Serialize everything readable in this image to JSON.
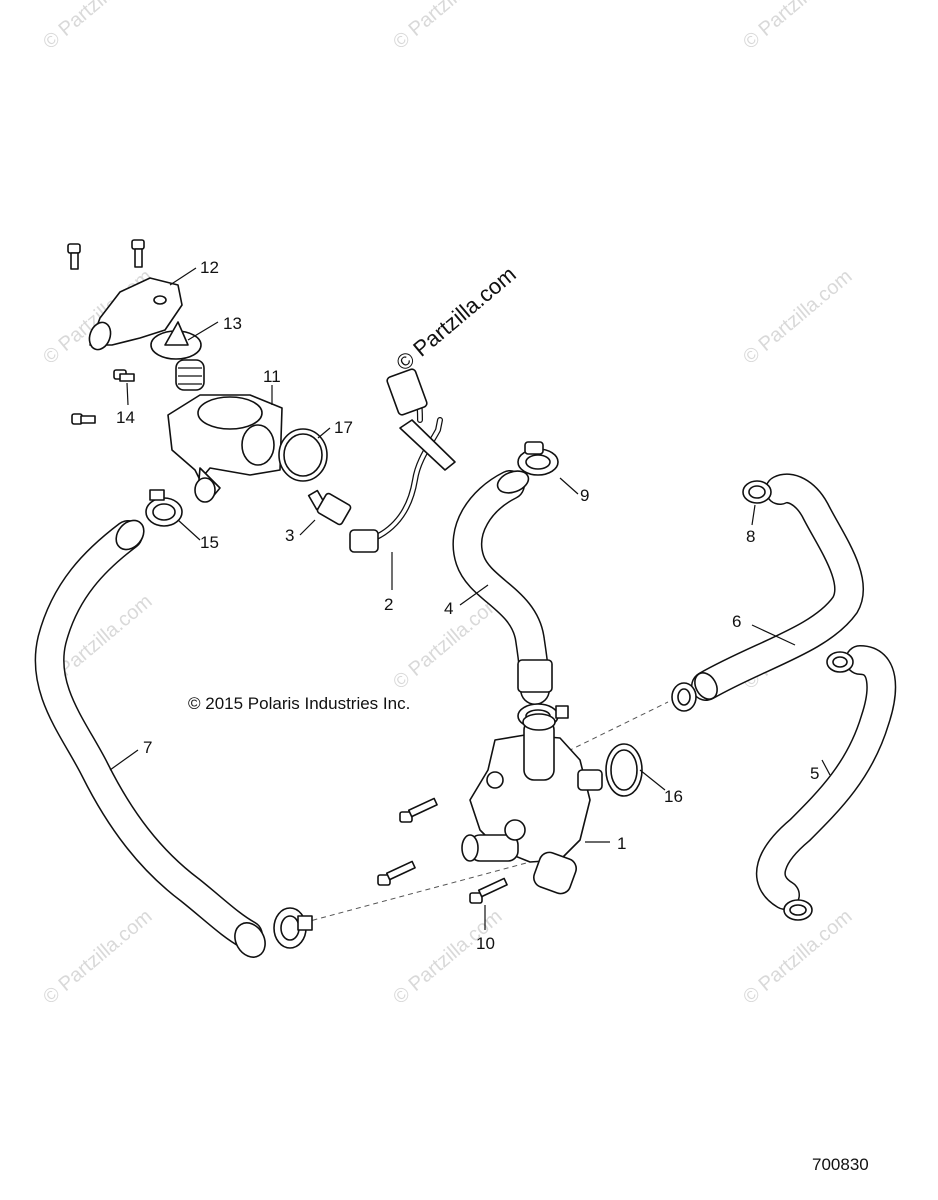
{
  "diagram": {
    "copyright": "© 2015 Polaris Industries Inc.",
    "figure_number": "700830",
    "watermark_main": "© Partzilla.com",
    "watermark_faint": "© Partzilla.com",
    "callouts": {
      "c1": "1",
      "c2": "2",
      "c3": "3",
      "c4": "4",
      "c5": "5",
      "c6": "6",
      "c7": "7",
      "c8": "8",
      "c9": "9",
      "c10": "10",
      "c11": "11",
      "c12": "12",
      "c13": "13",
      "c14": "14",
      "c15": "15",
      "c16": "16",
      "c17": "17"
    }
  }
}
